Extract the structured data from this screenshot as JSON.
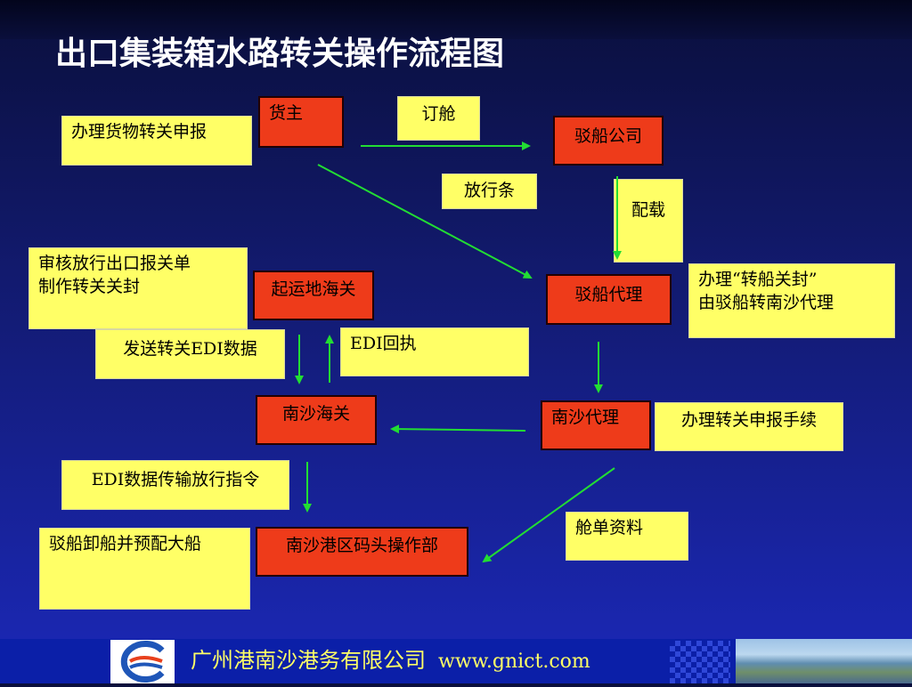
{
  "title": "出口集装箱水路转关操作流程图",
  "nodes": {
    "cargo_owner": "货主",
    "barge_company": "驳船公司",
    "barge_agent": "驳船代理",
    "origin_customs": "起运地海关",
    "nansha_customs": "南沙海关",
    "nansha_agent": "南沙代理",
    "nansha_terminal": "南沙港区码头操作部"
  },
  "notes": {
    "declare_transfer": "办理货物转关申报",
    "booking": "订舱",
    "release_note": "放行条",
    "stowage": "配载",
    "review_seal": "审核放行出口报关单\n制作转关关封",
    "transfer_seal": "办理“转船关封”\n由驳船转南沙代理",
    "send_edi": "发送转关EDI数据",
    "edi_receipt": "EDI回执",
    "transfer_procedures": "办理转关申报手续",
    "edi_release": "EDI数据传输放行指令",
    "manifest": "舱单资料",
    "unload_barge": "驳船卸船并预配大船"
  },
  "footer": {
    "company": "广州港南沙港务有限公司",
    "url": "www.gnict.com"
  },
  "colors": {
    "node_fill": "#ee3b1a",
    "note_fill": "#ffff66",
    "arrow": "#22dd33",
    "footer_text": "#ffff66"
  }
}
